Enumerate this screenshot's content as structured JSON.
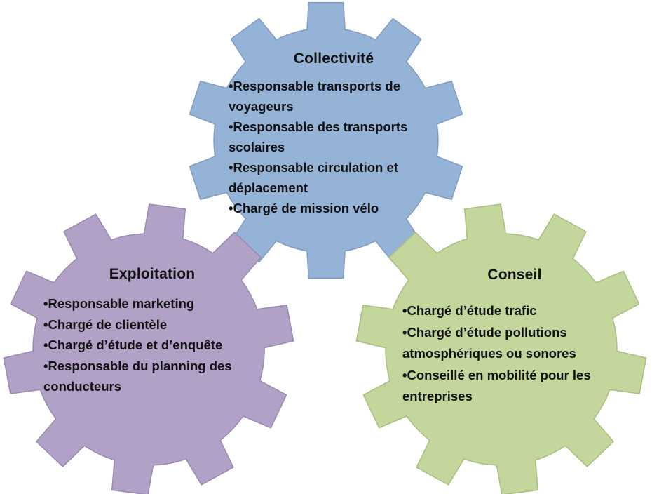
{
  "gears": [
    {
      "id": "collectivite",
      "title": "Collectivité",
      "items": [
        "Responsable transports de voyageurs",
        "Responsable des transports scolaires",
        "Responsable circulation et déplacement",
        "Chargé de mission vélo"
      ],
      "fill": "#95b3d7",
      "stroke": "#7d9cc4"
    },
    {
      "id": "exploitation",
      "title": "Exploitation",
      "items": [
        "Responsable marketing",
        "Chargé de clientèle",
        "Chargé d’étude et d’enquête",
        "Responsable du planning des conducteurs"
      ],
      "fill": "#b2a1c7",
      "stroke": "#9b88b3"
    },
    {
      "id": "conseil",
      "title": "Conseil",
      "items": [
        "Chargé d’étude trafic",
        "Chargé d’étude pollutions atmosphériques ou sonores",
        "Conseillé en mobilité pour les entreprises"
      ],
      "fill": "#c3d69b",
      "stroke": "#a9bf7e"
    }
  ]
}
